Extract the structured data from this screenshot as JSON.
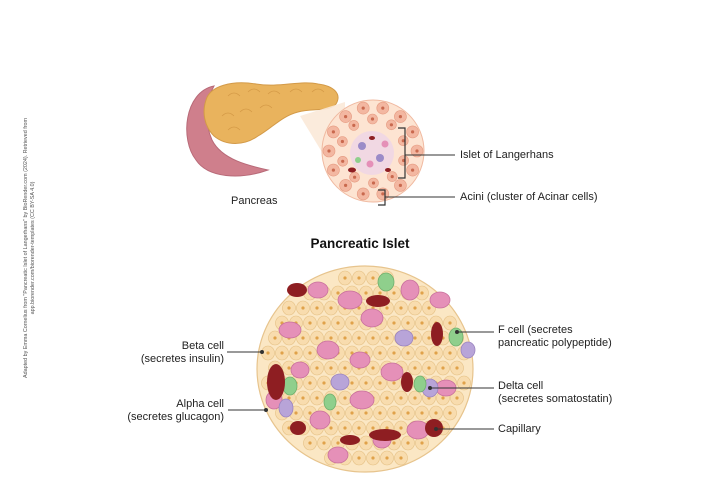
{
  "attribution": "Adapted by Emma Cornelius from \"Pancreatic Islet of Langerhans\" by BioRender.com (2024). Retrieved from app.biorender.com/biorender-templates (CC BY-SA 4.0)",
  "top_panel": {
    "organ_label": "Pancreas",
    "islet_label": "Islet of Langerhans",
    "acini_label": "Acini (cluster of Acinar cells)"
  },
  "islet_panel": {
    "title": "Pancreatic Islet",
    "labels": {
      "beta_line1": "Beta cell",
      "beta_line2": "(secretes insulin)",
      "alpha_line1": "Alpha cell",
      "alpha_line2": "(secretes glucagon)",
      "f_line1": "F cell (secretes",
      "f_line2": "pancreatic polypeptide)",
      "delta_line1": "Delta cell",
      "delta_line2": "(secretes somatostatin)",
      "capillary": "Capillary"
    }
  },
  "colors": {
    "pancreas": "#e9b35d",
    "duodenum": "#cf7f8c",
    "acinar_cell": "#f3b7a1",
    "islet_matrix": "#fbe7c4",
    "beta_cell": "#f8dcae",
    "alpha_cell": "#e590b8",
    "delta_cell": "#b8a4d8",
    "f_cell": "#8fcf8c",
    "capillary": "#8e1e22",
    "leader": "#333333"
  }
}
